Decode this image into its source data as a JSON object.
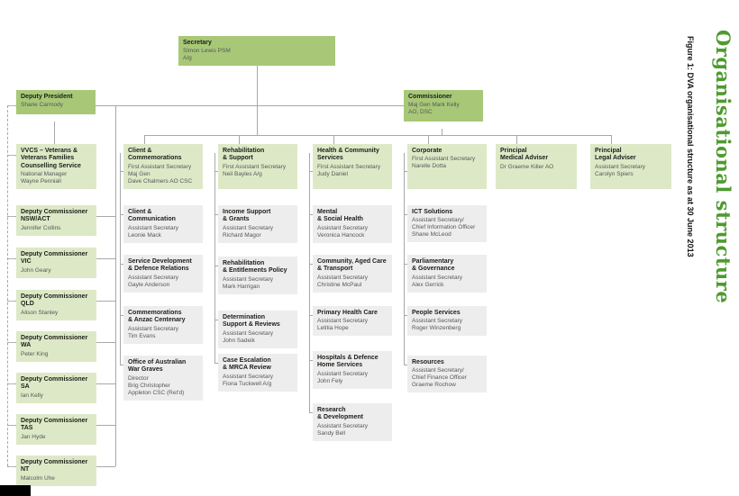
{
  "page": {
    "title_vertical": "Organisational structure",
    "figure_caption": "Figure 1: DVA organisational structure as at 30 June 2013"
  },
  "colors": {
    "executive_green": "#a8c878",
    "header_light_green": "#dde9c6",
    "sub_box_gray": "#ededed",
    "title_green": "#4e9b2f",
    "connector_gray": "#a6a8ab"
  },
  "executives": {
    "secretary": {
      "title": "Secretary",
      "sub": "Simon Lewis PSM\nA/g"
    },
    "deputy_president": {
      "title": "Deputy President",
      "sub": "Shane Carmody"
    },
    "commissioner": {
      "title": "Commissioner",
      "sub": "Maj Gen Mark Kelly\nAO, DSC"
    }
  },
  "left_column": [
    {
      "title": "VVCS – Veterans &\nVeterans Families\nCounselling Service",
      "sub": "National Manager\nWayne Penniall"
    },
    {
      "title": "Deputy Commissioner\nNSW/ACT",
      "sub": "Jennifer Collins"
    },
    {
      "title": "Deputy Commissioner\nVIC",
      "sub": "John Geary"
    },
    {
      "title": "Deputy Commissioner\nQLD",
      "sub": "Alison Stanley"
    },
    {
      "title": "Deputy Commissioner\nWA",
      "sub": "Peter King"
    },
    {
      "title": "Deputy Commissioner\nSA",
      "sub": "Ian Kelly"
    },
    {
      "title": "Deputy Commissioner\nTAS",
      "sub": "Jan Hyde"
    },
    {
      "title": "Deputy Commissioner\nNT",
      "sub": "Malcolm Uhe"
    }
  ],
  "columns": [
    {
      "head": {
        "title": "Client &\nCommemorations",
        "sub": "First Assistant Secretary\nMaj Gen\nDave Chalmers AO CSC"
      },
      "boxes": [
        {
          "title": "Client &\nCommunication",
          "sub": "Assistant Secretary\nLeonie Mack"
        },
        {
          "title": "Service Development\n& Defence Relations",
          "sub": "Assistant Secretary\nGayle Anderson"
        },
        {
          "title": "Commemorations\n& Anzac Centenary",
          "sub": "Assistant Secretary\nTim Evans"
        },
        {
          "title": "Office of Australian\nWar Graves",
          "sub": "Director\nBrig Christopher\nAppleton CSC (Ret'd)"
        }
      ]
    },
    {
      "head": {
        "title": "Rehabilitation\n& Support",
        "sub": "First Assistant Secretary\nNeil Bayles A/g"
      },
      "boxes": [
        {
          "title": "Income Support\n& Grants",
          "sub": "Assistant Secretary\nRichard Magor"
        },
        {
          "title": "Rehabilitation\n& Entitlements Policy",
          "sub": "Assistant Secretary\nMark Harrigan"
        },
        {
          "title": "Determination\nSupport & Reviews",
          "sub": "Assistant Secretary\nJohn Sadeik"
        },
        {
          "title": "Case Escalation\n& MRCA Review",
          "sub": "Assistant Secretary\nFiona Tuckwell A/g"
        }
      ]
    },
    {
      "head": {
        "title": "Health & Community\nServices",
        "sub": "First Assistant Secretary\nJudy Daniel"
      },
      "boxes": [
        {
          "title": "Mental\n& Social Health",
          "sub": "Assistant Secretary\nVeronica Hancock"
        },
        {
          "title": "Community, Aged Care\n& Transport",
          "sub": "Assistant Secretary\nChristine McPaul"
        },
        {
          "title": "Primary Health Care",
          "sub": "Assistant Secretary\nLetitia Hope"
        },
        {
          "title": "Hospitals & Defence\nHome Services",
          "sub": "Assistant Secretary\nJohn Fely"
        },
        {
          "title": "Research\n& Development",
          "sub": "Assistant Secretary\nSandy Bell"
        }
      ]
    },
    {
      "head": {
        "title": "Corporate",
        "sub": "First Assistant Secretary\nNarelle Dotta"
      },
      "boxes": [
        {
          "title": "ICT Solutions",
          "sub": "Assistant Secretary/\nChief Information Officer\nShane McLeod"
        },
        {
          "title": "Parliamentary\n& Governance",
          "sub": "Assistant Secretary\nAlex Gerrick"
        },
        {
          "title": "People Services",
          "sub": "Assistant Secretary\nRoger Winzenberg"
        },
        {
          "title": "Resources",
          "sub": "Assistant Secretary/\nChief Finance Officer\nGraeme Rochow"
        }
      ]
    }
  ],
  "advisers": [
    {
      "title": "Principal\nMedical Adviser",
      "sub": "Dr Graeme Killer AO"
    },
    {
      "title": "Principal\nLegal Adviser",
      "sub": "Assistant Secretary\nCarolyn Spiers"
    }
  ]
}
